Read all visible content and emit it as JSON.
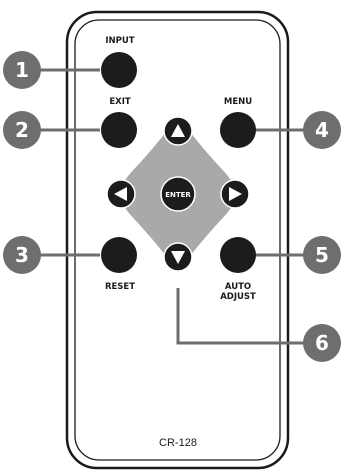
{
  "remote": {
    "model": "CR-128",
    "buttons": {
      "input": "INPUT",
      "exit": "EXIT",
      "menu": "MENU",
      "enter": "ENTER",
      "reset": "RESET",
      "auto_adjust_line1": "AUTO",
      "auto_adjust_line2": "ADJUST"
    }
  },
  "callouts": [
    "1",
    "2",
    "3",
    "4",
    "5",
    "6"
  ],
  "colors": {
    "button": "#1c1c1c",
    "dpad": "#a9a9a9",
    "callout": "#6e6e6e",
    "outline": "#1a1a1a"
  }
}
